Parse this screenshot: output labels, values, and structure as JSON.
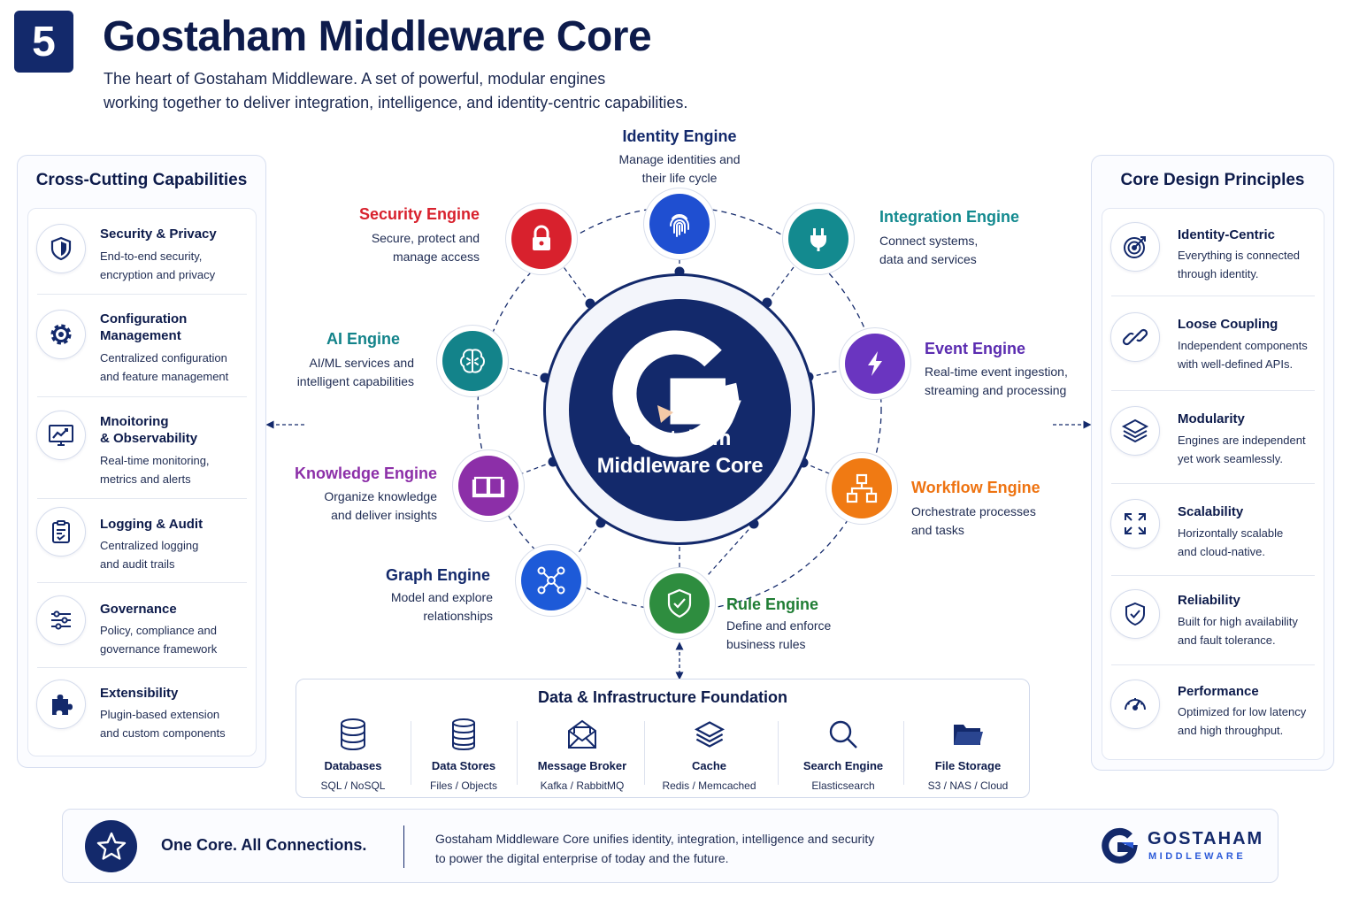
{
  "header": {
    "number": "5",
    "title": "Gostaham Middleware Core",
    "subtitle_line1": "The heart of Gostaham Middleware. A set of powerful, modular engines",
    "subtitle_line2": "working together to deliver integration, intelligence, and identity-centric capabilities."
  },
  "hub": {
    "line1": "Gostaham",
    "line2": "Middleware Core",
    "color": "#13296b"
  },
  "left_panel": {
    "title": "Cross-Cutting Capabilities",
    "items": [
      {
        "title": "Security & Privacy",
        "desc1": "End-to-end security,",
        "desc2": "encryption and privacy",
        "icon": "shield-icon"
      },
      {
        "title": "Configuration",
        "title2": "Management",
        "desc1": "Centralized configuration",
        "desc2": "and feature management",
        "icon": "gear-icon"
      },
      {
        "title": "Mnoitoring",
        "title2": "& Observability",
        "desc1": "Real-time monitoring,",
        "desc2": "metrics and alerts",
        "icon": "monitor-chart-icon"
      },
      {
        "title": "Logging & Audit",
        "desc1": "Centralized logging",
        "desc2": "and audit trails",
        "icon": "clipboard-check-icon"
      },
      {
        "title": "Governance",
        "desc1": "Policy, compliance and",
        "desc2": "governance framework",
        "icon": "sliders-icon"
      },
      {
        "title": "Extensibility",
        "desc1": "Plugin-based extension",
        "desc2": "and custom components",
        "icon": "puzzle-icon"
      }
    ]
  },
  "right_panel": {
    "title": "Core Design Principles",
    "items": [
      {
        "title": "Identity-Centric",
        "desc1": "Everything is connected",
        "desc2": "through identity.",
        "icon": "target-icon"
      },
      {
        "title": "Loose Coupling",
        "desc1": "Independent components",
        "desc2": "with well-defined APIs.",
        "icon": "link-icon"
      },
      {
        "title": "Modularity",
        "desc1": "Engines are independent",
        "desc2": "yet work seamlessly.",
        "icon": "layers-icon"
      },
      {
        "title": "Scalability",
        "desc1": "Horizontally scalable",
        "desc2": "and cloud-native.",
        "icon": "expand-arrows-icon"
      },
      {
        "title": "Reliability",
        "desc1": "Built for high availability",
        "desc2": "and fault tolerance.",
        "icon": "shield-check-icon"
      },
      {
        "title": "Performance",
        "desc1": "Optimized for low latency",
        "desc2": "and high throughput.",
        "icon": "gauge-icon"
      }
    ]
  },
  "engines": {
    "identity": {
      "name": "Identity Engine",
      "desc1": "Manage identities and",
      "desc2": "their life cycle",
      "color": "#1f4fd1",
      "name_color": "#13296b",
      "icon": "fingerprint-icon"
    },
    "security": {
      "name": "Security Engine",
      "desc1": "Secure, protect and",
      "desc2": "manage access",
      "color": "#d8212d",
      "name_color": "#d8212d",
      "icon": "lock-icon"
    },
    "integration": {
      "name": "Integration Engine",
      "desc1": "Connect systems,",
      "desc2": "data and services",
      "color": "#138a8f",
      "name_color": "#138a8f",
      "icon": "plug-icon"
    },
    "ai": {
      "name": "AI Engine",
      "desc1": "AI/ML services and",
      "desc2": "intelligent capabilities",
      "color": "#13838a",
      "name_color": "#13838a",
      "icon": "brain-icon"
    },
    "event": {
      "name": "Event Engine",
      "desc1": "Real-time event ingestion,",
      "desc2": "streaming and processing",
      "color": "#6a35c0",
      "name_color": "#5a2bb0",
      "icon": "lightning-icon"
    },
    "knowledge": {
      "name": "Knowledge Engine",
      "desc1": "Organize knowledge",
      "desc2": "and deliver insights",
      "color": "#8c2fa8",
      "name_color": "#8c2fa8",
      "icon": "book-icon"
    },
    "workflow": {
      "name": "Workflow Engine",
      "desc1": "Orchestrate processes",
      "desc2": "and tasks",
      "color": "#f07a13",
      "name_color": "#ee7311",
      "icon": "hierarchy-icon"
    },
    "graph": {
      "name": "Graph Engine",
      "desc1": "Model and explore",
      "desc2": "relationships",
      "color": "#1d5ad8",
      "name_color": "#13296b",
      "icon": "network-icon"
    },
    "rule": {
      "name": "Rule Engine",
      "desc1": "Define and enforce",
      "desc2": "business rules",
      "color": "#2e8d3f",
      "name_color": "#1f7d34",
      "icon": "shield-check-icon"
    }
  },
  "foundation": {
    "title": "Data & Infrastructure Foundation",
    "items": [
      {
        "name": "Databases",
        "sub": "SQL / NoSQL",
        "icon": "database-icon"
      },
      {
        "name": "Data Stores",
        "sub": "Files / Objects",
        "icon": "datastore-icon"
      },
      {
        "name": "Message Broker",
        "sub": "Kafka / RabbitMQ",
        "icon": "envelope-icon"
      },
      {
        "name": "Cache",
        "sub": "Redis / Memcached",
        "icon": "layers-icon"
      },
      {
        "name": "Search Engine",
        "sub": "Elasticsearch",
        "icon": "search-icon"
      },
      {
        "name": "File Storage",
        "sub": "S3 / NAS / Cloud",
        "icon": "folder-icon"
      }
    ]
  },
  "footer": {
    "tagline": "One Core. All Connections.",
    "text1": "Gostaham Middleware Core unifies identity, integration, intelligence and security",
    "text2": "to power the digital enterprise of today and the future.",
    "brand_name": "GOSTAHAM",
    "brand_sub": "MIDDLEWARE",
    "icon": "star-icon"
  }
}
